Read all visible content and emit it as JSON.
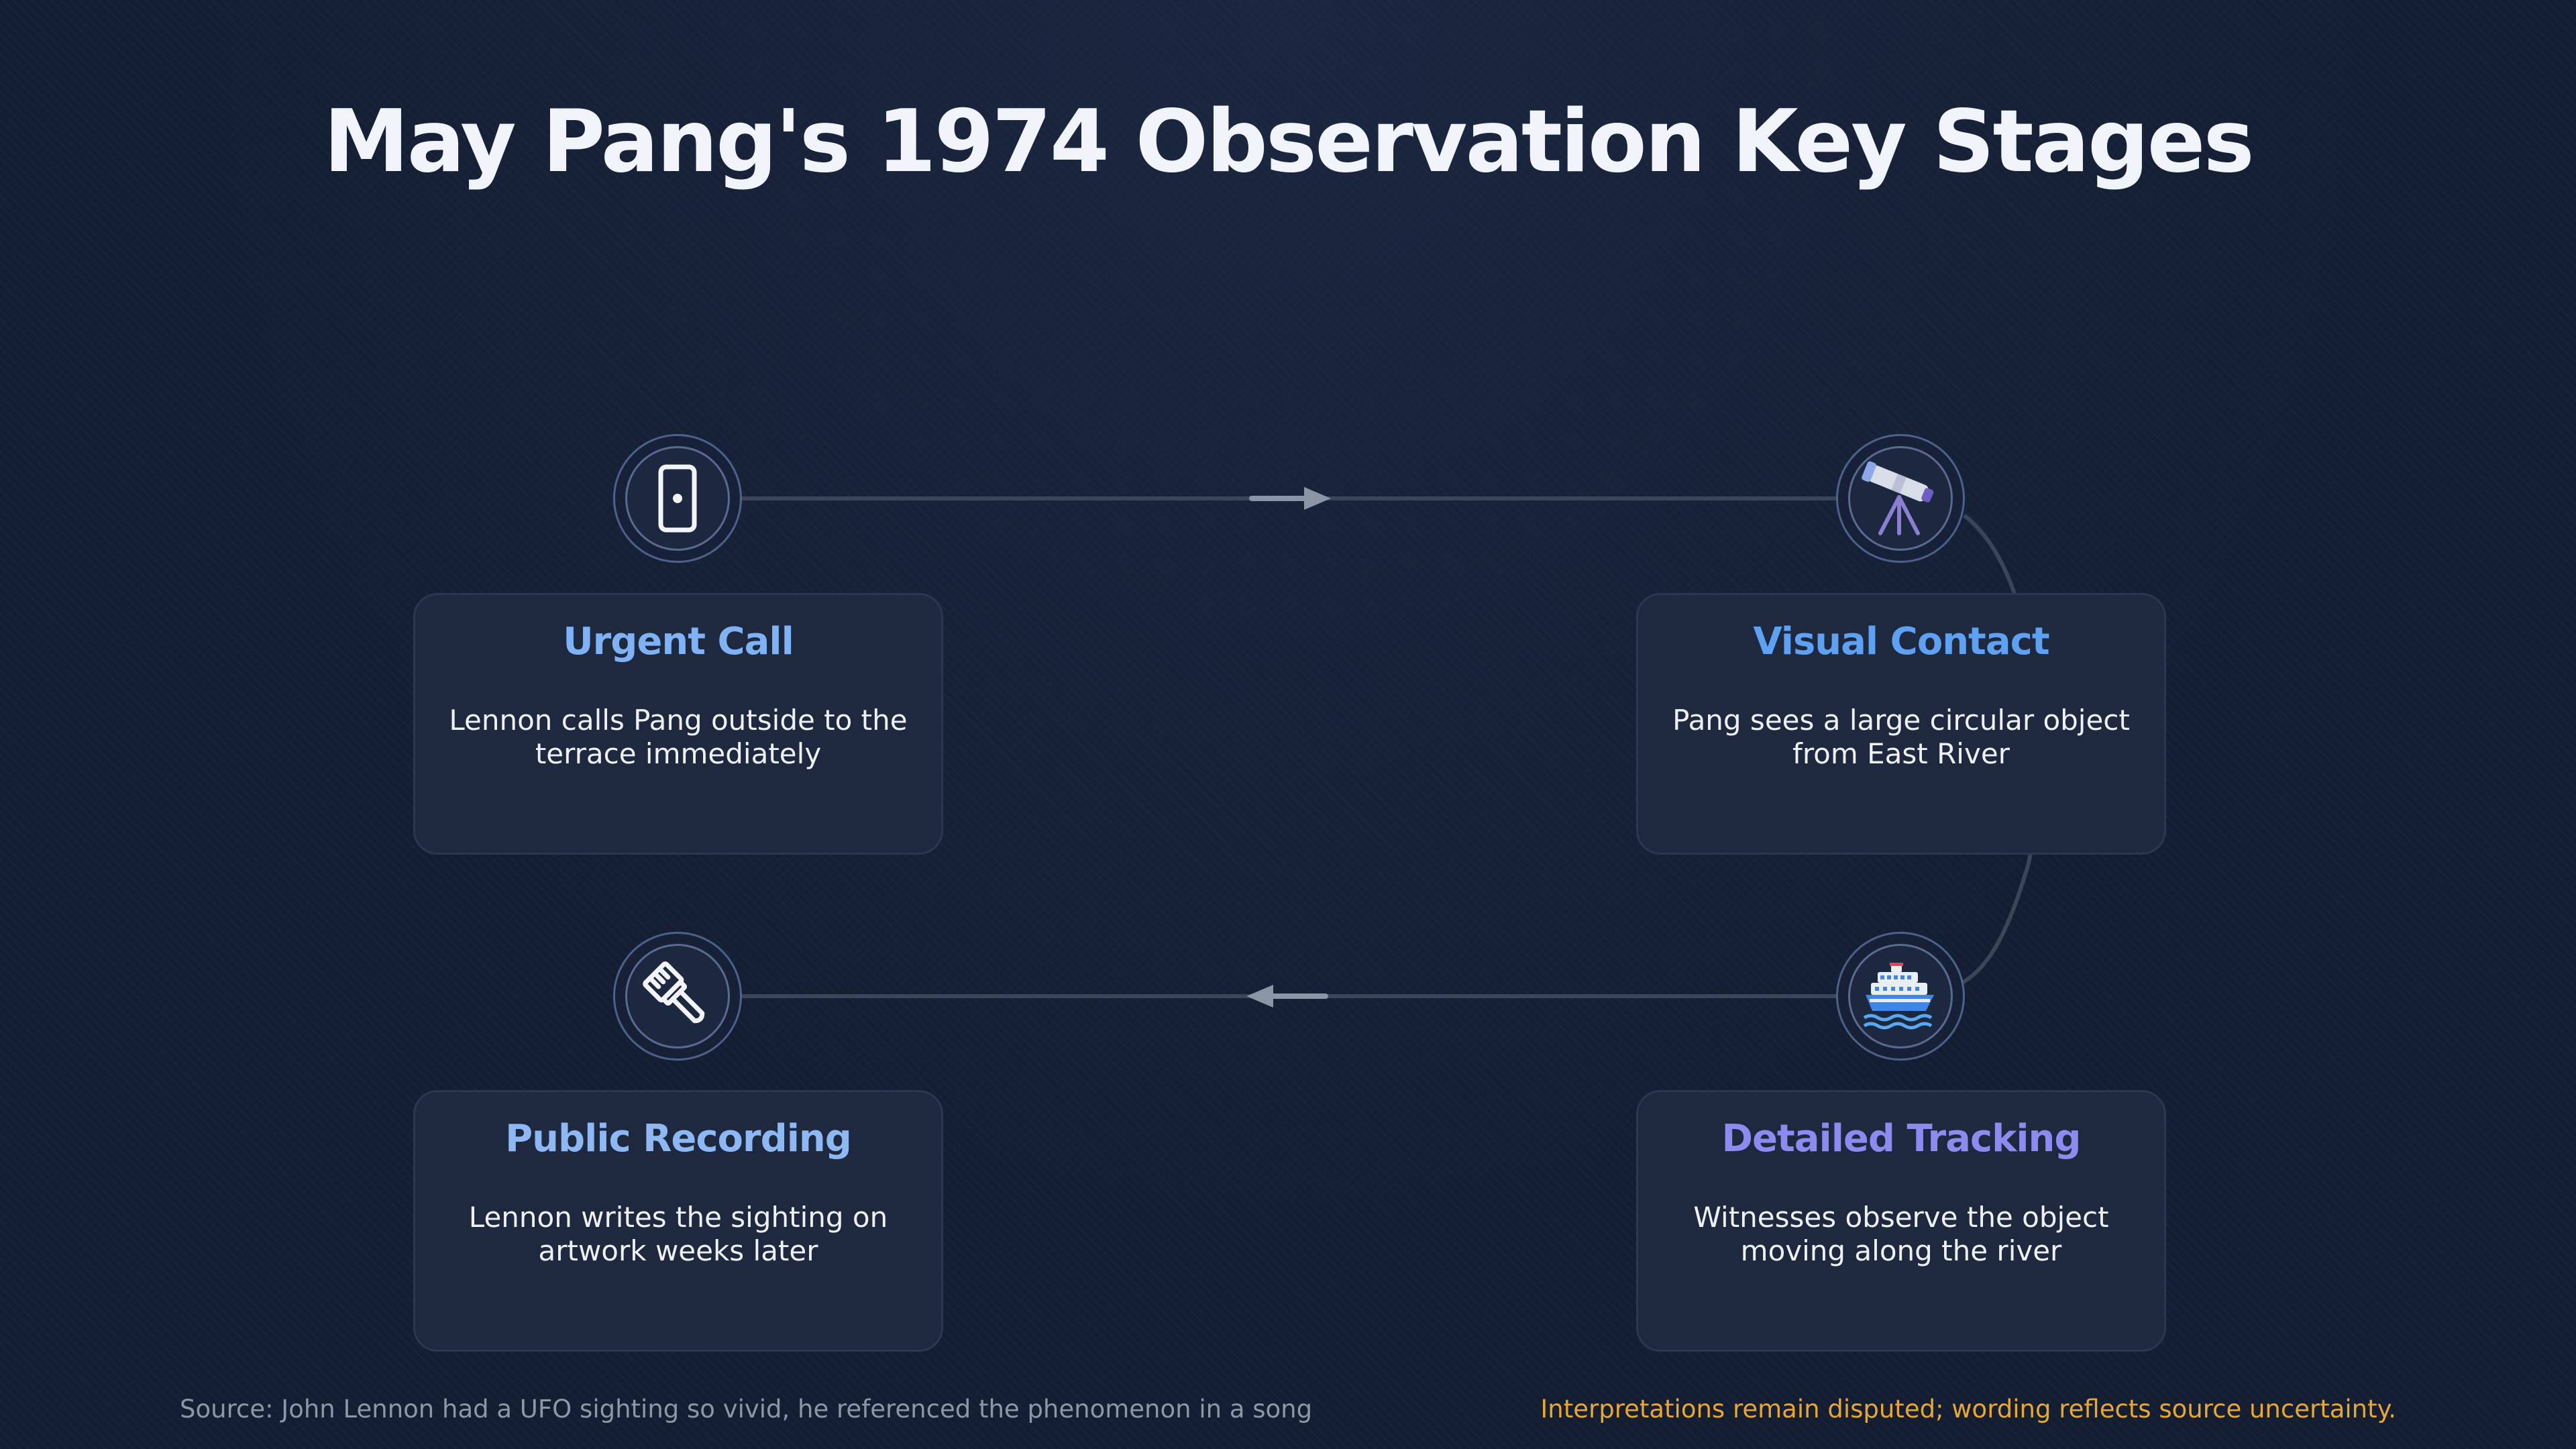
{
  "title": "May Pang's 1974 Observation Key Stages",
  "stages": [
    {
      "title": "Urgent Call",
      "description": "Lennon calls Pang outside to the terrace immediately",
      "icon": "phone-icon",
      "title_color": "#7fb2f5"
    },
    {
      "title": "Visual Contact",
      "description": "Pang sees a large circular object from East River",
      "icon": "telescope-icon",
      "title_color": "#5ea0f2"
    },
    {
      "title": "Detailed Tracking",
      "description": "Witnesses observe the object moving along the river",
      "icon": "ship-icon",
      "title_color": "#8d8af0"
    },
    {
      "title": "Public Recording",
      "description": "Lennon writes the sighting on artwork weeks later",
      "icon": "paintbrush-icon",
      "title_color": "#8eb8f4"
    }
  ],
  "footer": {
    "source": "Source: John Lennon had a UFO sighting so vivid, he referenced the phenomenon in a song",
    "note": "Interpretations remain disputed; wording reflects source uncertainty."
  },
  "colors": {
    "background": "#141e33",
    "card": "#1e293f",
    "connector": "#3b4558",
    "arrow": "#8c95a5",
    "note": "#e9a732"
  }
}
